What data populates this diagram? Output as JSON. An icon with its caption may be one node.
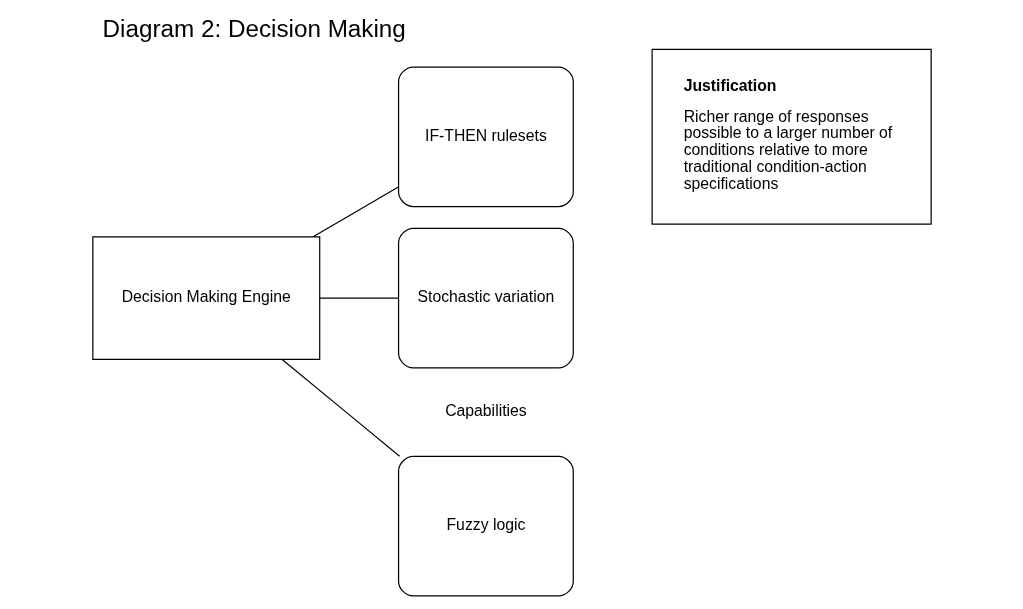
{
  "diagram": {
    "title": "Diagram 2: Decision Making",
    "nodes": [
      {
        "text": [
          "Decision Making Engine"
        ]
      },
      {
        "text": [
          "Fuzzy logic"
        ]
      },
      {
        "text": [
          "IF-THEN rulesets"
        ]
      },
      {
        "text": [
          "Stochastic variation"
        ]
      },
      {
        "text": [
          "Justification",
          "Richer range of responses possible to a larger number of conditions relative to more traditional condition-action specifications"
        ]
      }
    ],
    "edges": [
      {
        "from": 0,
        "to": 1,
        "arrow": "none"
      },
      {
        "from": 0,
        "to": 2,
        "arrow": "none"
      },
      {
        "from": 0,
        "to": 3,
        "arrow": "none"
      }
    ],
    "labels": [
      "Capabilities"
    ]
  }
}
